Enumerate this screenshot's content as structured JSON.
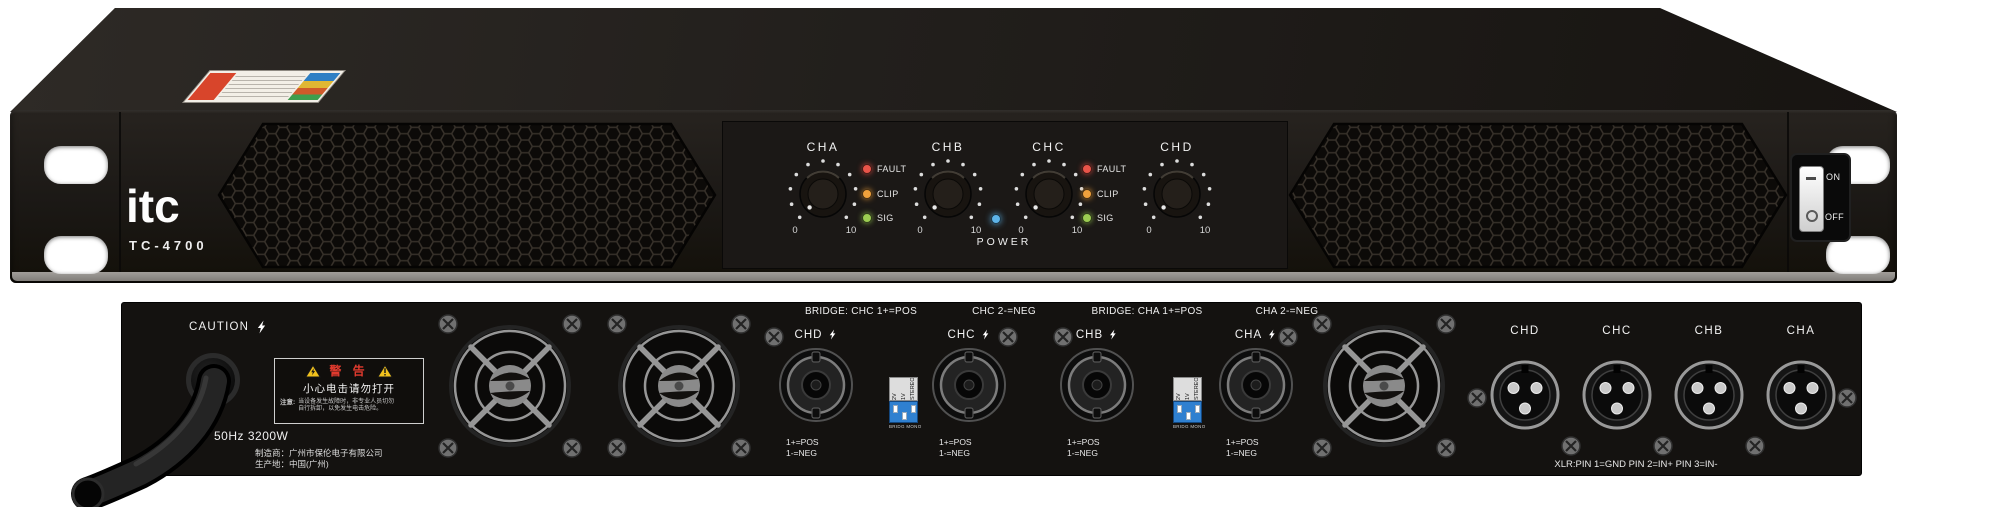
{
  "device": {
    "brand": "itc",
    "model": "TC-4700"
  },
  "front": {
    "channels": [
      "CHA",
      "CHB",
      "CHC",
      "CHD"
    ],
    "knob_min": "0",
    "knob_max": "10",
    "led_labels": [
      "FAULT",
      "CLIP",
      "SIG"
    ],
    "power_label": "POWER",
    "switch": {
      "on": "ON",
      "off": "OFF"
    }
  },
  "rear": {
    "caution": "CAUTION",
    "warning": {
      "title": "警 告",
      "line": "小心电击请勿打开",
      "note_label": "注意:",
      "note1": "当设备发生故障时，非专业人员切勿",
      "note2": "自行拆卸，以免发生电击危险。"
    },
    "power_spec": "50Hz 3200W",
    "maker1": "制造商：广州市保伦电子有限公司",
    "maker2": "生产地：中国(广州)",
    "bridge1a": "BRIDGE: CHC 1+=POS",
    "bridge1b": "CHC 2-=NEG",
    "bridge2a": "BRIDGE: CHA 1+=POS",
    "bridge2b": "CHA 2-=NEG",
    "speakons": [
      {
        "label": "CHD",
        "pos": "1+=POS",
        "neg": "1-=NEG"
      },
      {
        "label": "CHC",
        "pos": "1+=POS",
        "neg": "1-=NEG"
      },
      {
        "label": "CHB",
        "pos": "1+=POS",
        "neg": "1-=NEG"
      },
      {
        "label": "CHA",
        "pos": "1+=POS",
        "neg": "1-=NEG"
      }
    ],
    "dip_labels": [
      "2V",
      "1V",
      "STEREO",
      "BRIDG",
      "MONO"
    ],
    "xlr_channels": [
      "CHD",
      "CHC",
      "CHB",
      "CHA"
    ],
    "xlr_note": "XLR:PIN 1=GND PIN 2=IN+ PIN 3=IN-"
  },
  "colors": {
    "panel": "#1b1815",
    "led_fault": "#e85449",
    "led_clip": "#f0a13c",
    "led_sig": "#9ccc52",
    "led_power": "#5db3e8",
    "dip_blue": "#2f80d0",
    "warning_red": "#e03a2e",
    "warning_yellow": "#f2c21d"
  }
}
